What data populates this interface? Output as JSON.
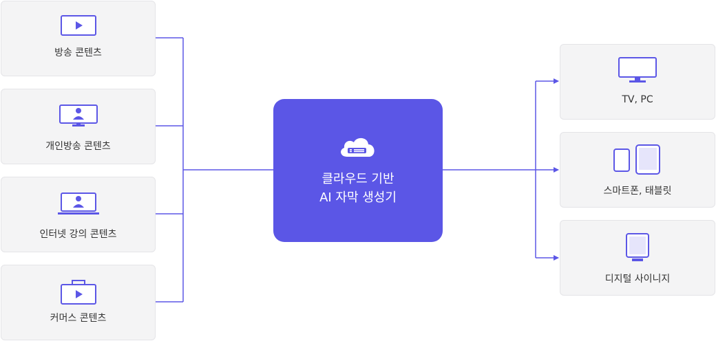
{
  "sources": [
    {
      "label": "방송 콘텐츠",
      "icon": "play-screen-icon"
    },
    {
      "label": "개인방송 콘텐츠",
      "icon": "monitor-person-icon"
    },
    {
      "label": "인터넷 강의 콘텐츠",
      "icon": "laptop-person-icon"
    },
    {
      "label": "커머스 콘텐츠",
      "icon": "shopping-bag-play-icon"
    }
  ],
  "center": {
    "line1": "클라우드 기반",
    "line2": "AI 자막 생성기",
    "icon": "cloud-server-icon"
  },
  "targets": [
    {
      "label": "TV, PC",
      "icon": "monitor-icon"
    },
    {
      "label": "스마트폰, 태블릿",
      "icon": "phone-tablet-icon"
    },
    {
      "label": "디지털 사이니지",
      "icon": "signage-icon"
    }
  ],
  "colors": {
    "accent": "#5b56e6",
    "box_fill": "#f4f4f5",
    "box_border": "#e4e4e7",
    "text": "#333333"
  }
}
